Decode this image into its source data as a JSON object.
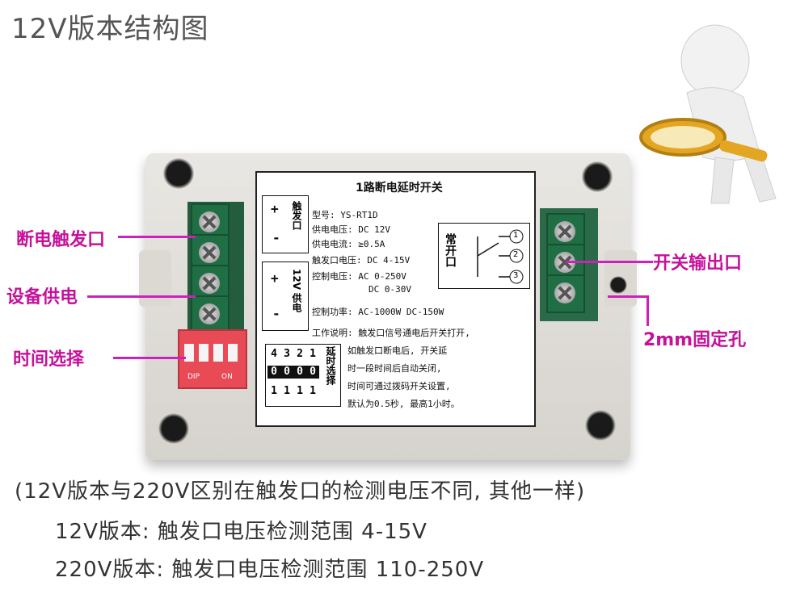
{
  "title": "12V版本结构图",
  "callouts": {
    "trigger_port": "断电触发口",
    "device_power": "设备供电",
    "time_select": "时间选择",
    "switch_output": "开关输出口",
    "mount_hole": "2mm固定孔"
  },
  "panel": {
    "heading": "1路断电延时开关",
    "trigger_box": {
      "plus": "+",
      "minus": "-",
      "label": "触发口"
    },
    "power_box": {
      "plus": "+",
      "minus": "-",
      "label": "12V 供电"
    },
    "specs": [
      "型号: YS-RT1D",
      "供电电压: DC 12V",
      "供电电流: ≥0.5A",
      "触发口电压: DC 4-15V",
      "控制电压: AC 0-250V",
      "DC 0-30V",
      "控制功率: AC-1000W   DC-150W"
    ],
    "work_desc": [
      "工作说明: 触发口信号通电后开关打开,",
      "如触发口断电后, 开关延",
      "时一段时间后自动关闭,",
      "时间可通过拨码开关设置,",
      "默认为0.5秒, 最高1小时。"
    ],
    "relay_label": "常开口",
    "relay_pins": [
      "1",
      "2",
      "3"
    ],
    "delay_label": "延时选择",
    "delay_header": [
      "4",
      "3",
      "2",
      "1"
    ],
    "delay_row0": [
      "0",
      "0",
      "0",
      "0"
    ],
    "delay_row1": [
      "1",
      "1",
      "1",
      "1"
    ]
  },
  "dip_marks": {
    "left": "DIP",
    "right": "ON"
  },
  "notes": {
    "line1": "(12V版本与220V区别在触发口的检测电压不同, 其他一样)",
    "line2": "12V版本: 触发口电压检测范围 4-15V",
    "line3": "220V版本: 触发口电压检测范围 110-250V"
  },
  "colors": {
    "callout": "#c6119a",
    "terminal": "#1f6e44",
    "dip": "#e84a56",
    "magnifier": "#e3a623"
  }
}
